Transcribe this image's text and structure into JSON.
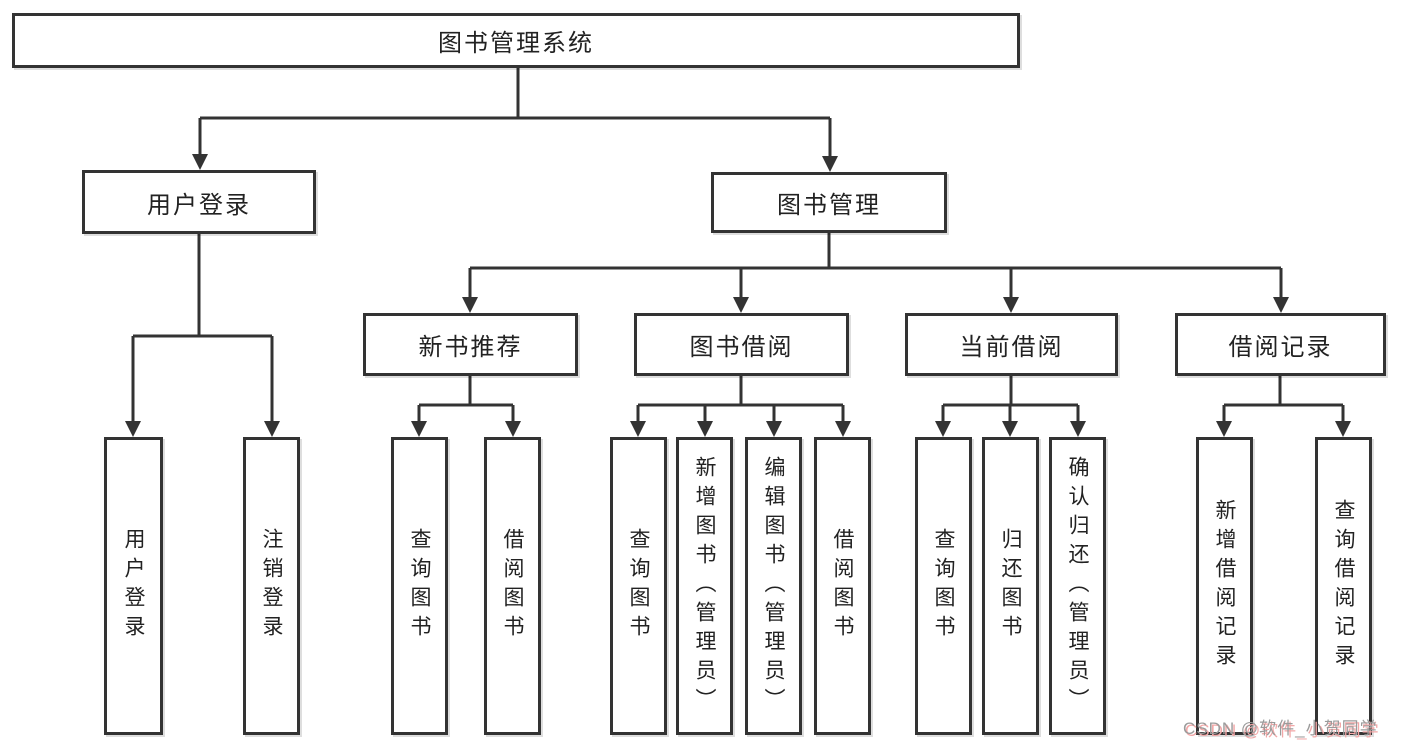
{
  "root": {
    "label": "图书管理系统"
  },
  "branches": [
    {
      "label": "用户登录",
      "children": [
        {
          "label": "用户登录"
        },
        {
          "label": "注销登录"
        }
      ]
    },
    {
      "label": "图书管理",
      "children": [
        {
          "label": "新书推荐",
          "children": [
            {
              "label": "查询图书"
            },
            {
              "label": "借阅图书"
            }
          ]
        },
        {
          "label": "图书借阅",
          "children": [
            {
              "label": "查询图书"
            },
            {
              "label": "新增图书（管理员）"
            },
            {
              "label": "编辑图书（管理员）"
            },
            {
              "label": "借阅图书"
            }
          ]
        },
        {
          "label": "当前借阅",
          "children": [
            {
              "label": "查询图书"
            },
            {
              "label": "归还图书"
            },
            {
              "label": "确认归还（管理员）"
            }
          ]
        },
        {
          "label": "借阅记录",
          "children": [
            {
              "label": "新增借阅记录"
            },
            {
              "label": "查询借阅记录"
            }
          ]
        }
      ]
    }
  ],
  "watermark": {
    "text": "CSDN @软件_小贺同学"
  },
  "colors": {
    "line": "#333333",
    "box-border": "#333333",
    "box-fill": "#ffffff",
    "text": "#222222",
    "background": "#ffffff",
    "watermark": "#9b9b9b",
    "watermark-shadow": "#f2a7a7"
  }
}
